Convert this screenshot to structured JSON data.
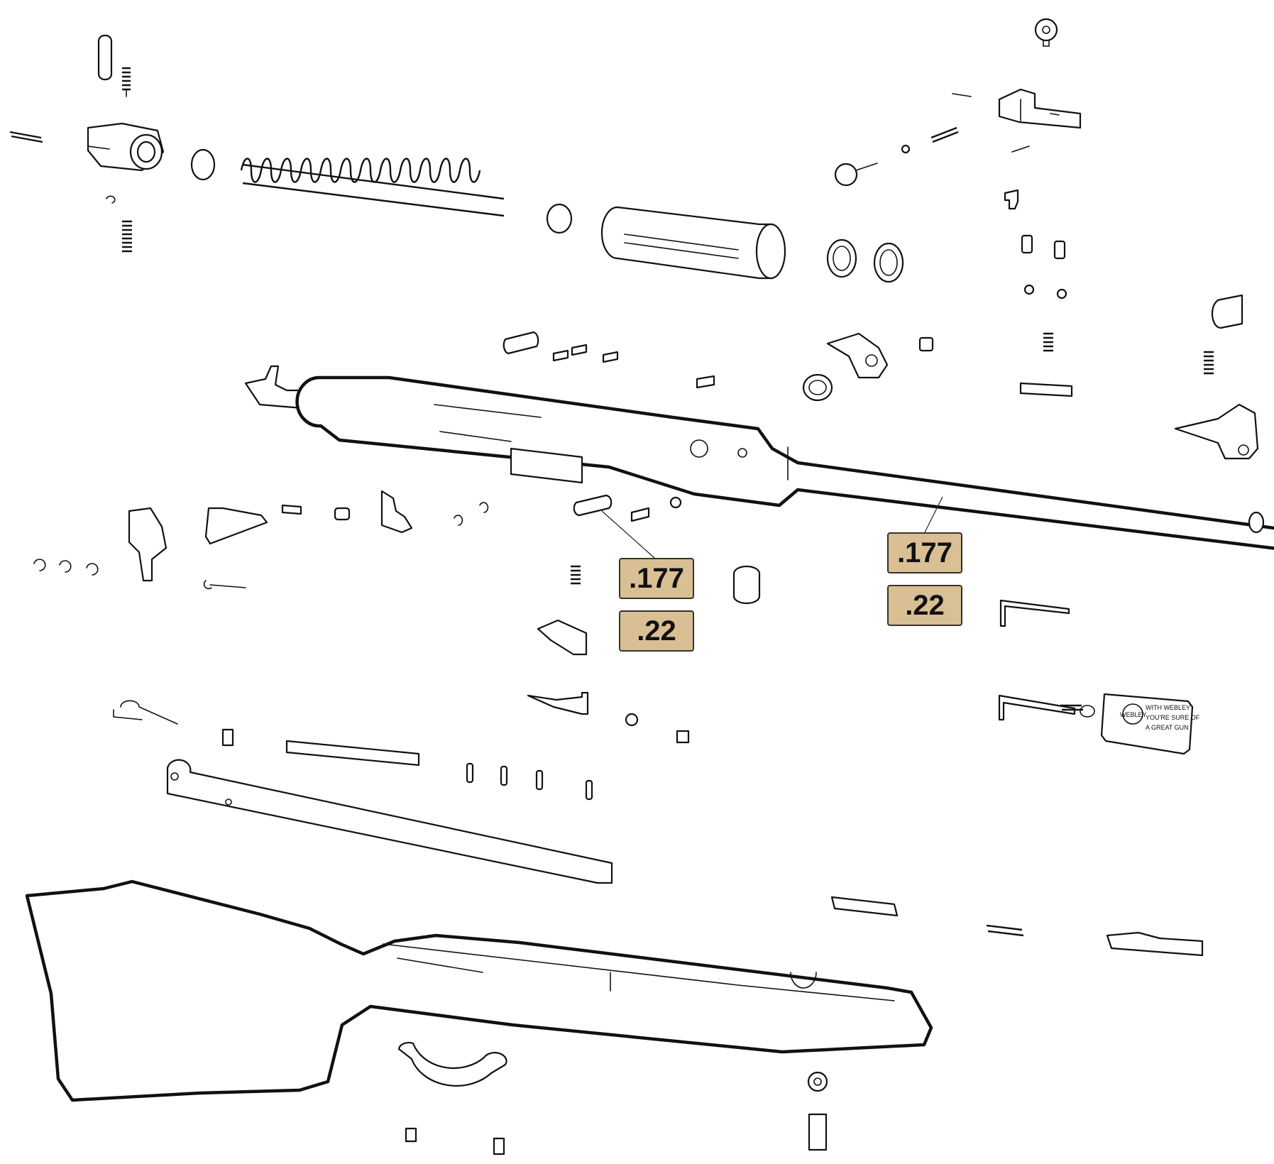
{
  "diagram": {
    "badge_color": "#d9bf94",
    "caliber_labels_left": [
      ".177",
      ".22"
    ],
    "caliber_labels_right": [
      ".177",
      ".22"
    ],
    "key_tag": {
      "brand": "WEBLEY",
      "lines": [
        "WITH WEBLEY",
        "YOU'RE SURE OF",
        "A GREAT GUN"
      ]
    }
  }
}
